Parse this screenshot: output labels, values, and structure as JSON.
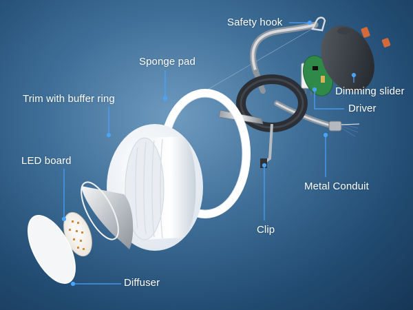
{
  "diagram": {
    "labels": {
      "safety_hook": "Safety  hook",
      "sponge_pad": "Sponge pad",
      "trim": "Trim with buffer ring",
      "dimming_slider": "Dimming slider",
      "driver": "Driver",
      "led_board": "LED board",
      "metal_conduit": "Metal  Conduit",
      "clip": "Clip",
      "diffuser": "Diffuser"
    },
    "colors": {
      "callout_line": "#4aa3ff",
      "label_text": "#ffffff",
      "background_center": "#6f9bc0",
      "background_edge": "#163655"
    }
  }
}
